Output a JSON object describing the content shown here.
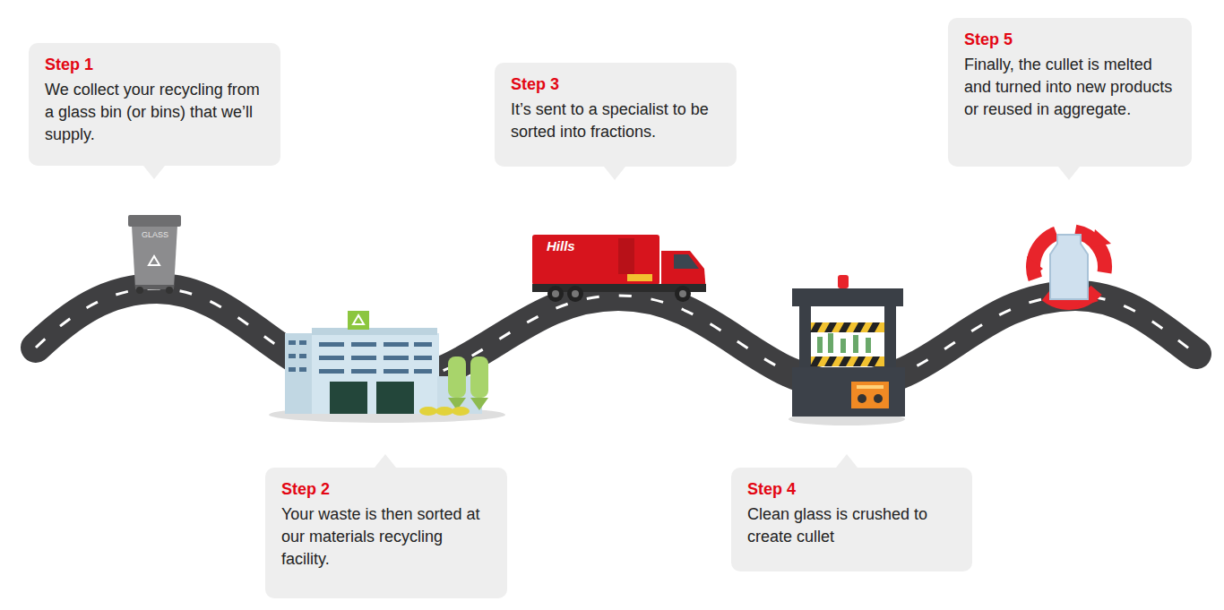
{
  "diagram": {
    "nodes": [
      {
        "text": [
          "Step 1",
          "We collect your recycling from a glass bin (or bins) that we’ll supply."
        ]
      },
      {
        "text": [
          "Step 2",
          "Your waste is then sorted at our materials recycling facility."
        ]
      },
      {
        "text": [
          "Step 3",
          "It’s sent to a specialist to be sorted into fractions."
        ]
      },
      {
        "text": [
          "Step 4",
          "Clean glass is crushed to create cullet"
        ]
      },
      {
        "text": [
          "Step 5",
          "Finally, the cullet is melted and turned into new products or reused in aggregate."
        ]
      }
    ],
    "labels": [
      "GLASS",
      "Hills"
    ]
  }
}
